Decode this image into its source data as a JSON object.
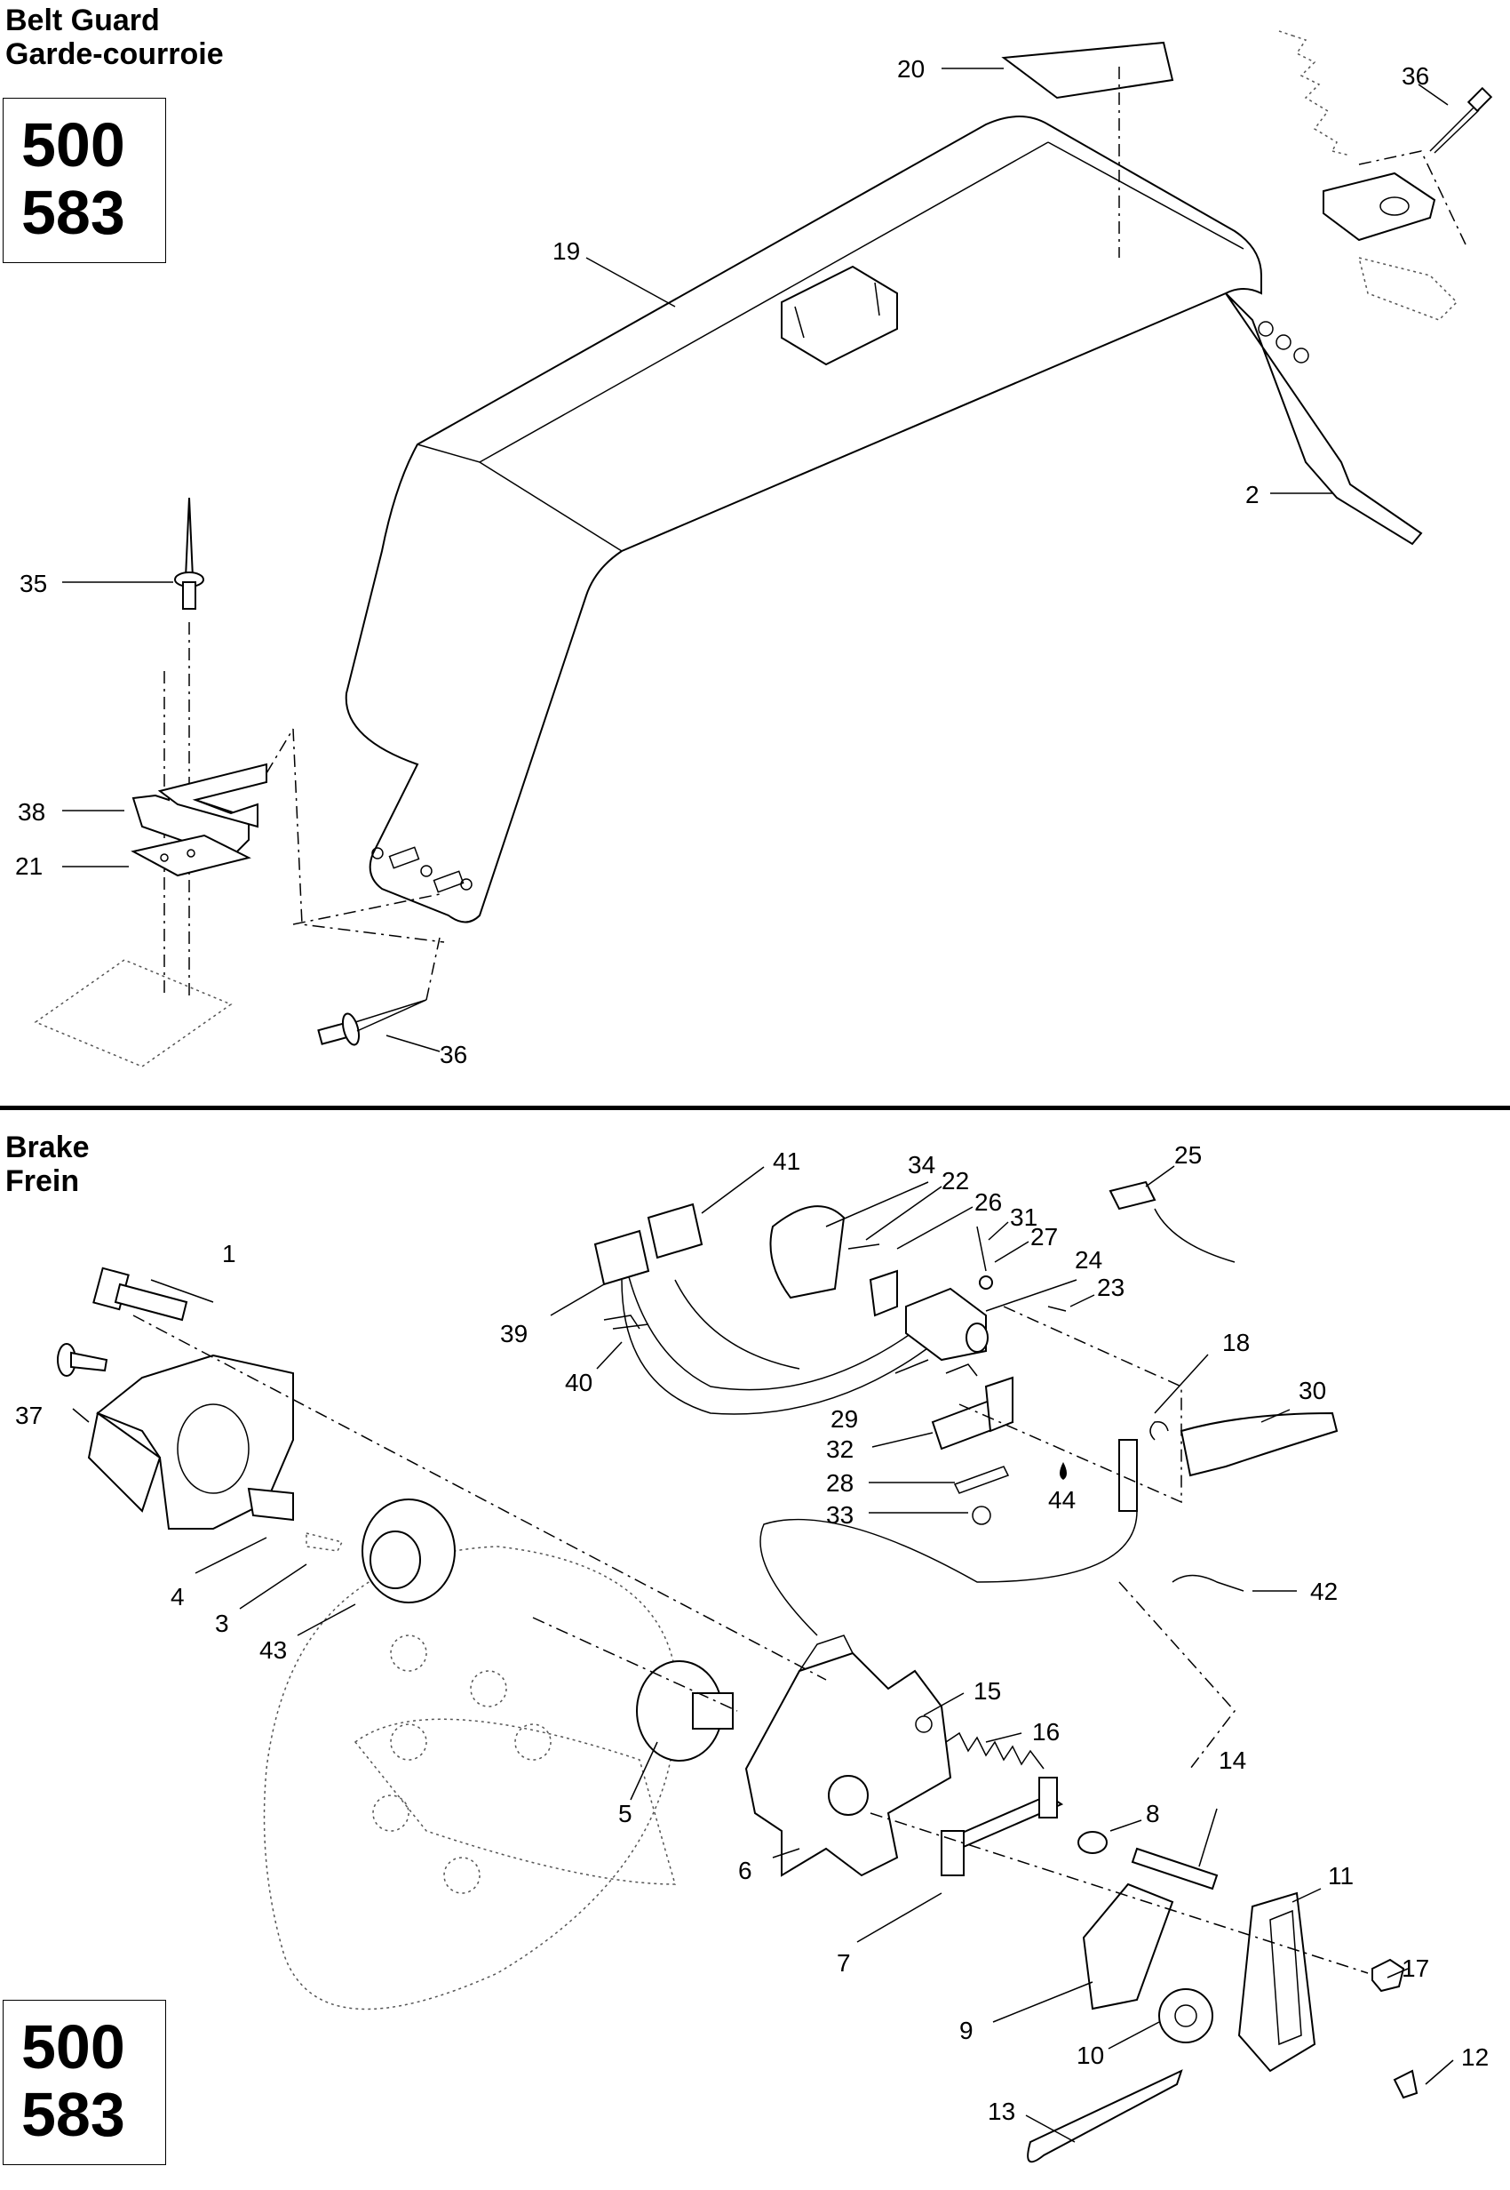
{
  "belt_guard": {
    "title_en": "Belt Guard",
    "title_fr": "Garde-courroie",
    "models": [
      "500",
      "583"
    ],
    "callouts": [
      "20",
      "36",
      "19",
      "2",
      "35",
      "38",
      "21",
      "36"
    ]
  },
  "brake": {
    "title_en": "Brake",
    "title_fr": "Frein",
    "models": [
      "500",
      "583"
    ],
    "callouts": [
      "41",
      "34",
      "22",
      "26",
      "31",
      "25",
      "27",
      "24",
      "23",
      "39",
      "40",
      "18",
      "30",
      "29",
      "32",
      "28",
      "33",
      "44",
      "1",
      "37",
      "4",
      "3",
      "43",
      "42",
      "15",
      "16",
      "14",
      "5",
      "8",
      "6",
      "11",
      "7",
      "17",
      "9",
      "10",
      "12",
      "13"
    ]
  }
}
